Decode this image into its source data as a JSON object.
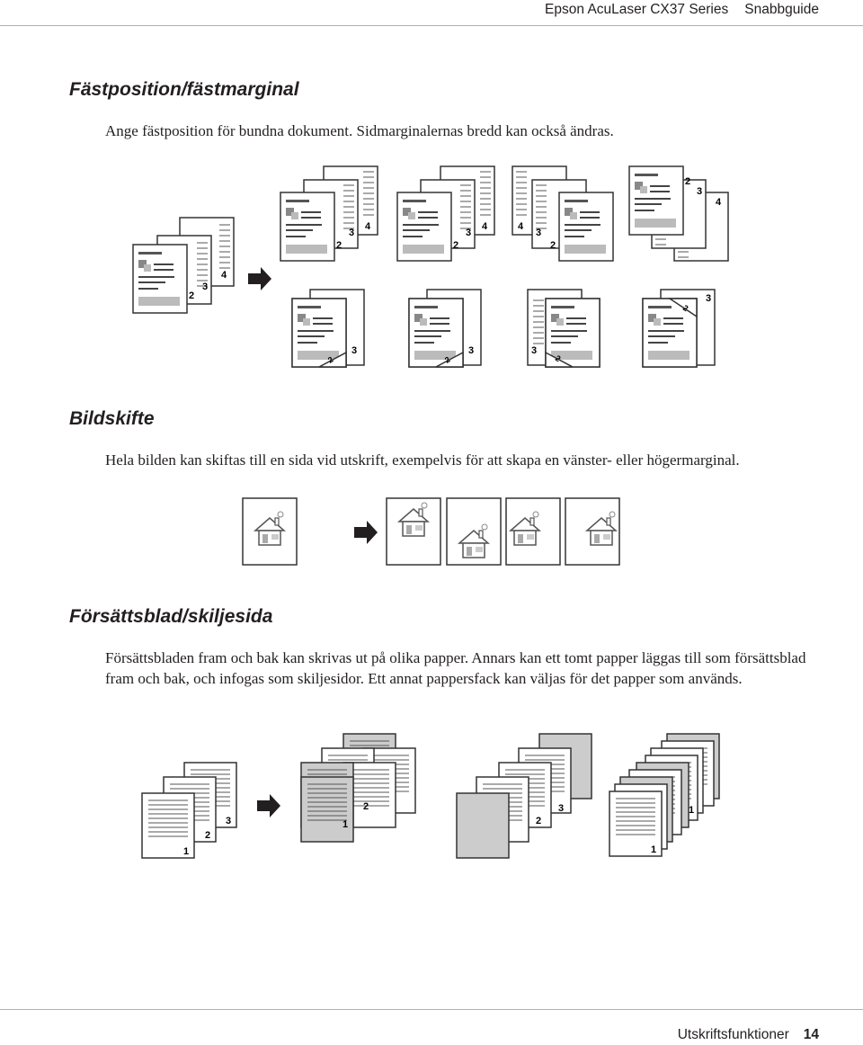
{
  "header": {
    "product": "Epson AcuLaser CX37 Series",
    "guide": "Snabbguide"
  },
  "sections": [
    {
      "title": "Fästposition/fästmarginal",
      "text": "Ange fästposition för bundna dokument. Sidmarginalernas bredd kan också ändras."
    },
    {
      "title": "Bildskifte",
      "text": "Hela bilden kan skiftas till en sida vid utskrift, exempelvis för att skapa en vänster- eller högermarginal."
    },
    {
      "title": "Försättsblad/skiljesida",
      "text": "Försättsbladen fram och bak kan skrivas ut på olika papper. Annars kan ett tomt papper läggas till som försättsblad fram och bak, och infogas som skiljesidor. Ett annat pappersfack kan väljas för det papper som används."
    }
  ],
  "figure_numbers": {
    "one": "1",
    "two": "2",
    "three": "3",
    "four": "4"
  },
  "footer": {
    "chapter": "Utskriftsfunktioner",
    "page": "14"
  }
}
